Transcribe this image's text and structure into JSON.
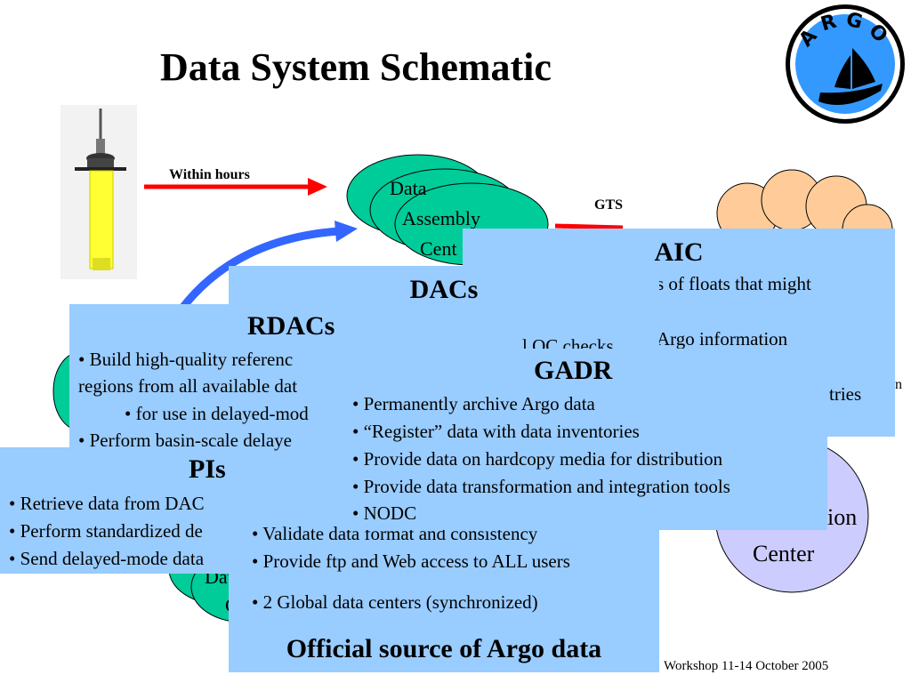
{
  "title": "Data System Schematic",
  "logo": {
    "text": "ARGO"
  },
  "labels": {
    "within_hours": "Within hours",
    "gts": "GTS"
  },
  "dac_blob": {
    "lines": [
      "Data",
      "Assembly",
      "Cent"
    ]
  },
  "aic_circle": {
    "lines": [
      "ion",
      "Center"
    ]
  },
  "pi_blob": {
    "lines": [
      "Dat",
      "C"
    ]
  },
  "aic": {
    "heading": "AIC",
    "lines": [
      "s of floats that might",
      "Argo information",
      "tries"
    ],
    "edge_fragment": "n"
  },
  "dacs": {
    "heading": "DACs",
    "lines": [
      "l QC checks",
      "• Validate data format and consistency",
      "• Provide ftp and Web access to ALL users",
      "• 2 Global data centers  (synchronized)"
    ],
    "footer": "Official source of Argo data"
  },
  "rdacs": {
    "heading": "RDACs",
    "lines": [
      "• Build high-quality referenc",
      "regions from all available dat",
      "• for use in delayed-mod",
      "• Perform basin-scale delaye"
    ]
  },
  "gadr": {
    "heading": "GADR",
    "lines": [
      "• Permanently archive Argo data",
      "• “Register” data with data inventories",
      "• Provide data on hardcopy media for distribution",
      "• Provide data transformation and integration tools",
      "• NODC"
    ]
  },
  "pis": {
    "heading": "PIs",
    "lines": [
      "• Retrieve data from DAC",
      "• Perform standardized de",
      "• Send delayed-mode data"
    ]
  },
  "footnote": "Workshop  11-14 October 2005",
  "colors": {
    "box": "#99ccff",
    "blob": "#00cc99",
    "cloud": "#ffcc99",
    "circle": "#ccccff",
    "arrow_red": "#ff0000",
    "arrow_blue": "#3366ff"
  }
}
